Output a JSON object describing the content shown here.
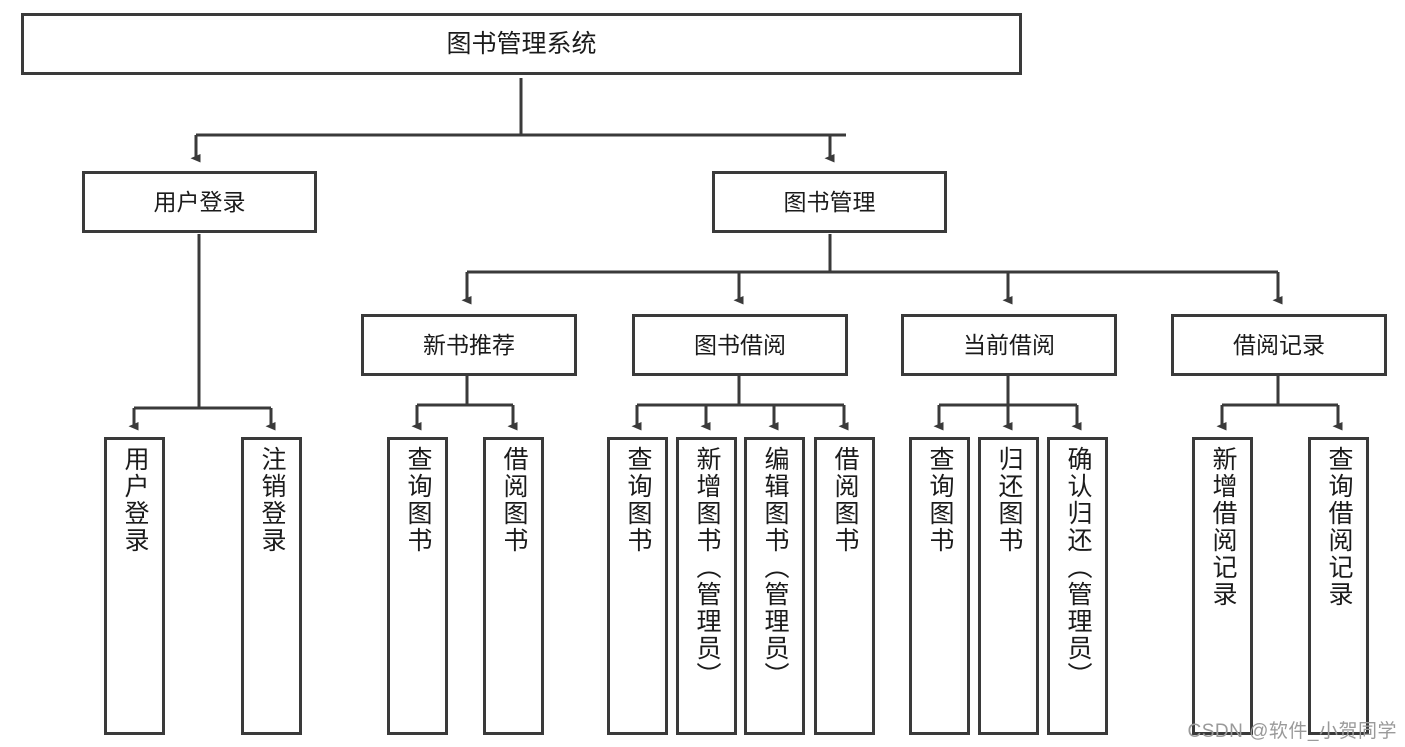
{
  "diagram": {
    "title": "图书管理系统",
    "type": "tree-hierarchy",
    "root": {
      "id": "root",
      "label": "图书管理系统"
    },
    "level1": [
      {
        "id": "user-login",
        "label": "用户登录"
      },
      {
        "id": "book-manage",
        "label": "图书管理"
      }
    ],
    "level2": [
      {
        "id": "new-book-recommend",
        "label": "新书推荐",
        "parent": "book-manage"
      },
      {
        "id": "book-borrow",
        "label": "图书借阅",
        "parent": "book-manage"
      },
      {
        "id": "current-borrow",
        "label": "当前借阅",
        "parent": "book-manage"
      },
      {
        "id": "borrow-record",
        "label": "借阅记录",
        "parent": "book-manage"
      }
    ],
    "leaves": [
      {
        "id": "leaf-user-login",
        "label": "用户登录",
        "parent": "user-login"
      },
      {
        "id": "leaf-logout-login",
        "label": "注销登录",
        "parent": "user-login"
      },
      {
        "id": "leaf-query-book-1",
        "label": "查询图书",
        "parent": "new-book-recommend"
      },
      {
        "id": "leaf-borrow-book-1",
        "label": "借阅图书",
        "parent": "new-book-recommend"
      },
      {
        "id": "leaf-query-book-2",
        "label": "查询图书",
        "parent": "book-borrow"
      },
      {
        "id": "leaf-add-book",
        "label": "新增图书（管理员）",
        "parent": "book-borrow"
      },
      {
        "id": "leaf-edit-book",
        "label": "编辑图书（管理员）",
        "parent": "book-borrow"
      },
      {
        "id": "leaf-borrow-book-2",
        "label": "借阅图书",
        "parent": "book-borrow"
      },
      {
        "id": "leaf-query-book-3",
        "label": "查询图书",
        "parent": "current-borrow"
      },
      {
        "id": "leaf-return-book",
        "label": "归还图书",
        "parent": "current-borrow"
      },
      {
        "id": "leaf-confirm-return",
        "label": "确认归还（管理员）",
        "parent": "current-borrow"
      },
      {
        "id": "leaf-add-record",
        "label": "新增借阅记录",
        "parent": "borrow-record"
      },
      {
        "id": "leaf-query-record",
        "label": "查询借阅记录",
        "parent": "borrow-record"
      }
    ],
    "colors": {
      "stroke": "#3a3a3a",
      "background": "#ffffff",
      "text": "#1b1b1b",
      "watermark": "#9a9a9a"
    }
  },
  "watermark": {
    "text": "CSDN @软件_小贺同学"
  }
}
